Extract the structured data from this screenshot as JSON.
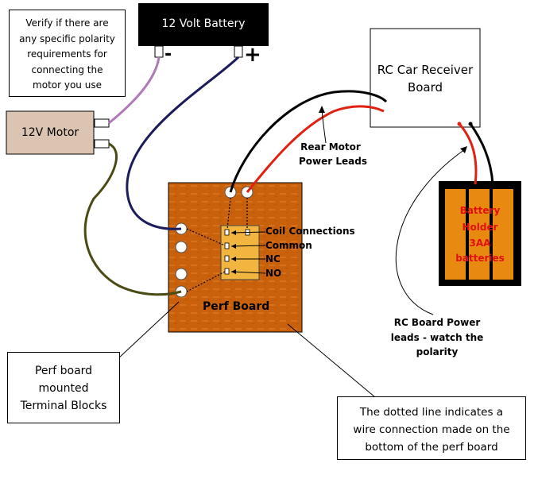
{
  "notes": {
    "polarity": [
      "Verify if there are",
      "any specific polarity",
      "requirements for",
      "connecting the",
      "motor you use"
    ],
    "terminal_blocks": [
      "Perf board",
      "mounted",
      "Terminal Blocks"
    ],
    "dotted_line": [
      "The dotted line indicates a",
      "wire connection made on the",
      "bottom of the perf board"
    ]
  },
  "components": {
    "battery_label": "12 Volt Battery",
    "battery_minus": "-",
    "battery_plus": "+",
    "motor_label": "12V Motor",
    "receiver_label": [
      "RC Car Receiver",
      "Board"
    ],
    "perf_board_label": "Perf Board",
    "battery_holder_label": [
      "Battery",
      "Holder",
      "3AA",
      "batteries"
    ]
  },
  "annotations": {
    "rear_motor": [
      "Rear Motor",
      "Power Leads"
    ],
    "rc_power": [
      "RC Board Power",
      "leads - watch the",
      "polarity"
    ],
    "relay_pins": [
      "Coil Connections",
      "Common",
      "NC",
      "NO"
    ]
  },
  "colors": {
    "perf_board": "#c8600c",
    "relay_block": "#f2b640",
    "motor_fill": "#dcc4b2",
    "battery_body": "#000000",
    "holder_cells": "#e88a10",
    "holder_text": "#e01010",
    "red_wire": "#e02010",
    "purple_wire": "#b07ab8",
    "navy_wire": "#1c1c5c",
    "olive_wire": "#4a4a14"
  }
}
